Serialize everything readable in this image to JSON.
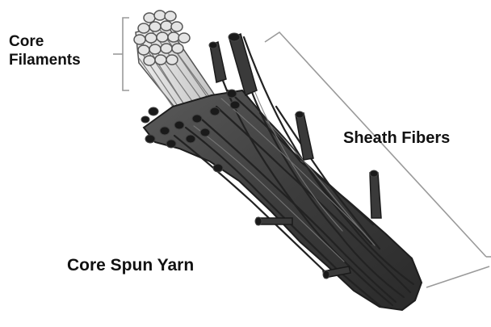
{
  "labels": {
    "core_line1": "Core",
    "core_line2": "Filaments",
    "sheath": "Sheath Fibers",
    "title": "Core Spun Yarn"
  },
  "colors": {
    "core_fill": "#d6d6d6",
    "core_stroke": "#555555",
    "sheath_fill": "#4a4a4a",
    "sheath_dark": "#1e1e1e",
    "bracket": "#9a9a9a",
    "text": "#111111"
  }
}
